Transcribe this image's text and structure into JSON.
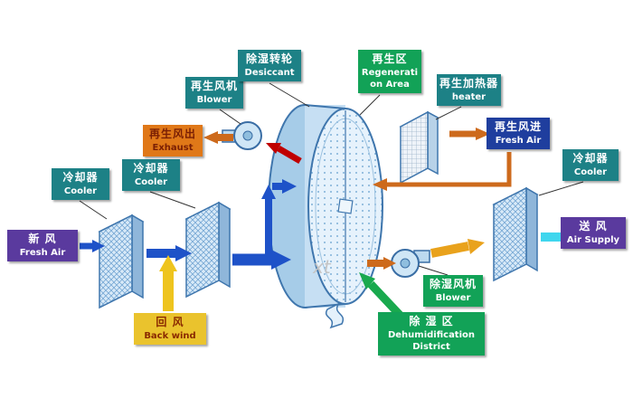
{
  "labels": {
    "fresh_air_in": {
      "zh": "新 风",
      "en": "Fresh Air"
    },
    "cooler1": {
      "zh": "冷却器",
      "en": "Cooler"
    },
    "cooler2": {
      "zh": "冷却器",
      "en": "Cooler"
    },
    "back_wind": {
      "zh": "回 风",
      "en": "Back wind"
    },
    "regen_blower": {
      "zh": "再生风机",
      "en": "Blower"
    },
    "exhaust": {
      "zh": "再生风出",
      "en": "Exhaust"
    },
    "desiccant_wheel": {
      "zh": "除湿转轮",
      "en": "Desiccant"
    },
    "regen_area": {
      "zh": "再生区",
      "en": "Regeneration Area"
    },
    "heater": {
      "zh": "再生加热器",
      "en": "heater"
    },
    "regen_air_in": {
      "zh": "再生风进",
      "en": "Fresh Air"
    },
    "cooler3": {
      "zh": "冷却器",
      "en": "Cooler"
    },
    "air_supply": {
      "zh": "送 风",
      "en": "Air Supply"
    },
    "dehum_blower": {
      "zh": "除湿风机",
      "en": "Blower"
    },
    "dehum_district": {
      "zh": "除 湿 区",
      "en": "Dehumidification District"
    }
  },
  "watermark": "xt",
  "palette": {
    "label_teal": "#1d8186",
    "label_green": "#12a257",
    "label_purple": "#5a3a9e",
    "label_navy": "#1f3e9e",
    "label_gold": "#eac32d",
    "label_orange": "#e07818",
    "arrow_blue": "#1e52c8",
    "arrow_yellow": "#eec41e",
    "arrow_red": "#c00000",
    "arrow_orange": "#cd6a1c",
    "arrow_amber": "#e9a21c",
    "arrow_cyan": "#3fd6ee",
    "arrow_green": "#19a94e",
    "box_edge": "#3f76ad",
    "background": "#ffffff"
  }
}
